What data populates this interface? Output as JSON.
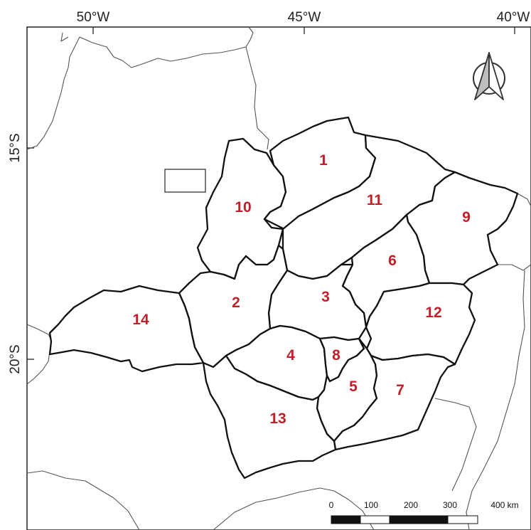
{
  "map": {
    "longitude_ticks": [
      "50°W",
      "45°W",
      "40°W"
    ],
    "latitude_ticks": [
      "15°S",
      "20°S"
    ],
    "regions": [
      {
        "id": "1",
        "label": "1"
      },
      {
        "id": "2",
        "label": "2"
      },
      {
        "id": "3",
        "label": "3"
      },
      {
        "id": "4",
        "label": "4"
      },
      {
        "id": "5",
        "label": "5"
      },
      {
        "id": "6",
        "label": "6"
      },
      {
        "id": "7",
        "label": "7"
      },
      {
        "id": "8",
        "label": "8"
      },
      {
        "id": "9",
        "label": "9"
      },
      {
        "id": "10",
        "label": "10"
      },
      {
        "id": "11",
        "label": "11"
      },
      {
        "id": "12",
        "label": "12"
      },
      {
        "id": "13",
        "label": "13"
      },
      {
        "id": "14",
        "label": "14"
      }
    ],
    "north_arrow": "north-arrow-icon",
    "scale_bar": {
      "labels": [
        "0",
        "100",
        "200",
        "300",
        "400 km"
      ]
    },
    "colors": {
      "region_label": "#c0202a",
      "region_border": "#111111",
      "background_border": "#555555"
    }
  }
}
